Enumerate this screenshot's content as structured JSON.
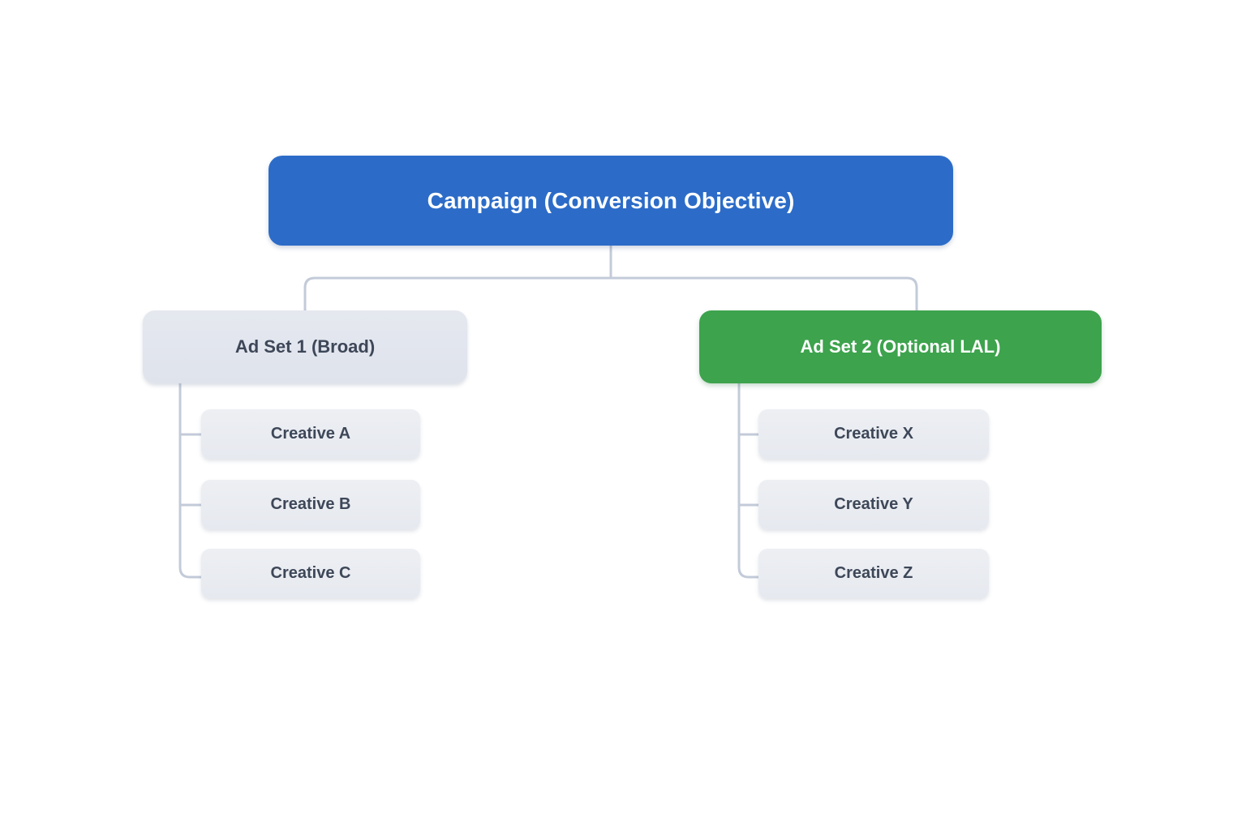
{
  "diagram": {
    "title_node": {
      "label": "Campaign (Conversion Objective)",
      "color": "#2c6cc8",
      "text_color": "#ffffff"
    },
    "branches": [
      {
        "id": "ad-set-1",
        "label": "Ad Set 1 (Broad)",
        "color": "#e2e5ee",
        "text_color": "#3d4758",
        "creatives": [
          {
            "label": "Creative A"
          },
          {
            "label": "Creative B"
          },
          {
            "label": "Creative C"
          }
        ]
      },
      {
        "id": "ad-set-2",
        "label": "Ad Set 2 (Optional LAL)",
        "color": "#3da34d",
        "text_color": "#ffffff",
        "creatives": [
          {
            "label": "Creative X"
          },
          {
            "label": "Creative Y"
          },
          {
            "label": "Creative Z"
          }
        ]
      }
    ],
    "connector_color": "#c3cbd9",
    "background_color": "#ffffff"
  }
}
